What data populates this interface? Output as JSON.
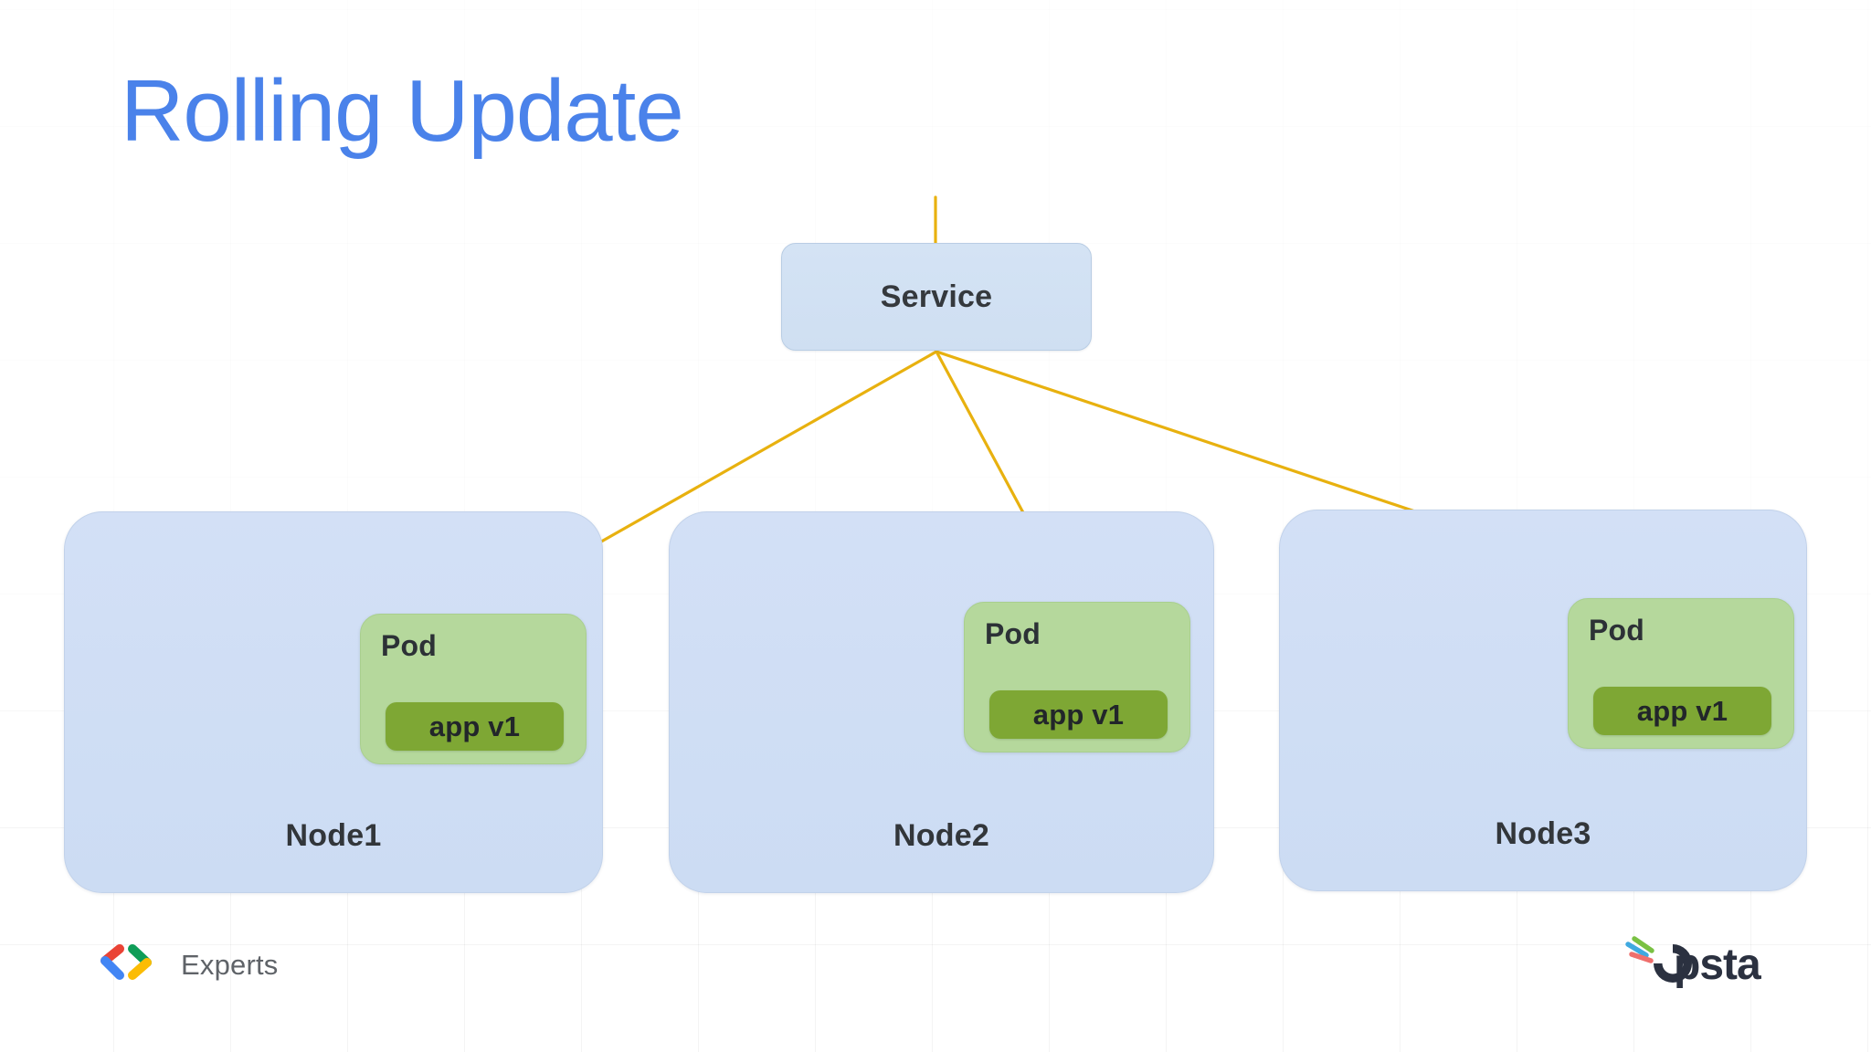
{
  "slide": {
    "title": "Rolling Update",
    "title_color": "#4a82ea",
    "background_color": "#ffffff",
    "connector_color": "#e8b10f"
  },
  "service": {
    "label": "Service",
    "fill_color": "#d0e0f2",
    "text_color": "#35393d"
  },
  "nodes": [
    {
      "label": "Node1",
      "fill_color": "#d0ddf4",
      "pod": {
        "label": "Pod",
        "fill_color": "#b5d89c",
        "container": {
          "label": "app v1",
          "fill_color": "#7ea734"
        }
      }
    },
    {
      "label": "Node2",
      "fill_color": "#d0ddf4",
      "pod": {
        "label": "Pod",
        "fill_color": "#b5d89c",
        "container": {
          "label": "app v1",
          "fill_color": "#7ea734"
        }
      }
    },
    {
      "label": "Node3",
      "fill_color": "#d0ddf4",
      "pod": {
        "label": "Pod",
        "fill_color": "#b5d89c",
        "container": {
          "label": "app v1",
          "fill_color": "#7ea734"
        }
      }
    }
  ],
  "footer": {
    "gde": {
      "text": "Experts",
      "icon": "code-chevrons-icon",
      "colors": {
        "red": "#ea4335",
        "blue": "#4285f4",
        "green": "#0f9d58",
        "yellow": "#fbbc04"
      }
    },
    "opsta": {
      "text": "psta",
      "icon": "opsta-swoosh-icon",
      "colors": {
        "dark": "#2b3140",
        "blue": "#3fa9e0",
        "green": "#7ac143",
        "red": "#ef6f6c"
      }
    }
  }
}
